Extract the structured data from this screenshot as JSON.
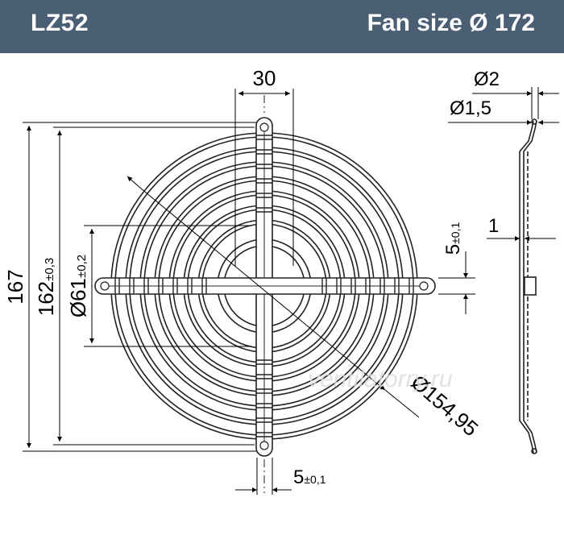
{
  "header": {
    "model": "LZ52",
    "fan_size": "Fan size Ø 172",
    "background": "#4a5e74",
    "text_color": "#ffffff"
  },
  "dimensions": {
    "top_width": "30",
    "overall_height": "167",
    "ring_height_main": "162",
    "ring_height_tol": "±0,3",
    "inner_diameter_main": "Ø61",
    "inner_diameter_tol": "±0,2",
    "strut_width_main": "5",
    "strut_width_tol": "±0,1",
    "bottom_width_main": "5",
    "bottom_width_tol": "±0,1",
    "outer_diameter": "Ø154,95",
    "wire_diameter": "Ø2",
    "inner_wire_diameter": "Ø1,5",
    "side_offset": "1"
  },
  "watermark": "ventilatorry.ru"
}
